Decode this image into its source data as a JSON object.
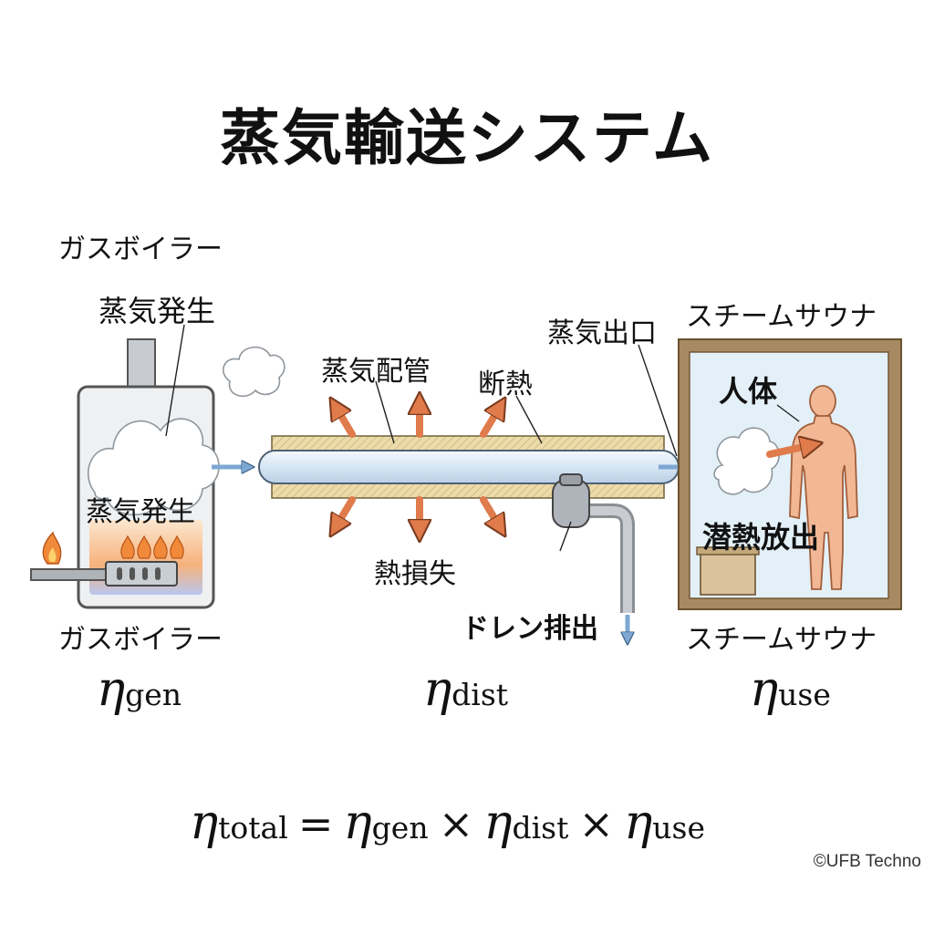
{
  "title": "蒸気輸送システム",
  "boiler": {
    "top_label": "ガスボイラー",
    "steam_label_top": "蒸気発生",
    "steam_label_inner": "蒸気発生",
    "bottom_label": "ガスボイラー",
    "efficiency_symbol": "η",
    "efficiency_sub": "gen"
  },
  "pipe": {
    "pipe_label": "蒸気配管",
    "insulation_label": "断熱",
    "heat_loss_label": "熱損失",
    "outlet_label": "蒸気出口",
    "drain_label": "ドレン排出",
    "efficiency_symbol": "η",
    "efficiency_sub": "dist"
  },
  "sauna": {
    "top_label": "スチームサウナ",
    "body_label": "人体",
    "latent_label": "潜熱放出",
    "bottom_label": "スチームサウナ",
    "efficiency_symbol": "η",
    "efficiency_sub": "use"
  },
  "formula": {
    "symbol": "η",
    "total_sub": "total",
    "equals": "=",
    "gen_sub": "gen",
    "times": "×",
    "dist_sub": "dist",
    "use_sub": "use"
  },
  "copyright": "©UFB Techno",
  "colors": {
    "pipe": "#dbe9f6",
    "insulation": "#e9d8a6",
    "heat_arrow": "#e07b4c",
    "steam_arrow": "#7ea8d2",
    "sauna_frame": "#a88a62",
    "sauna_interior": "#e3f0f8",
    "human": "#f2b896",
    "flame": "#f08a3a"
  }
}
